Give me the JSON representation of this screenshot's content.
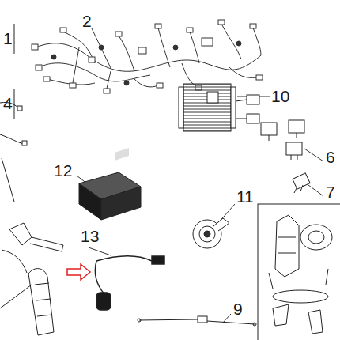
{
  "diagram": {
    "labels": [
      "1",
      "2",
      "4",
      "6",
      "7",
      "9",
      "10",
      "11",
      "12",
      "13"
    ]
  }
}
